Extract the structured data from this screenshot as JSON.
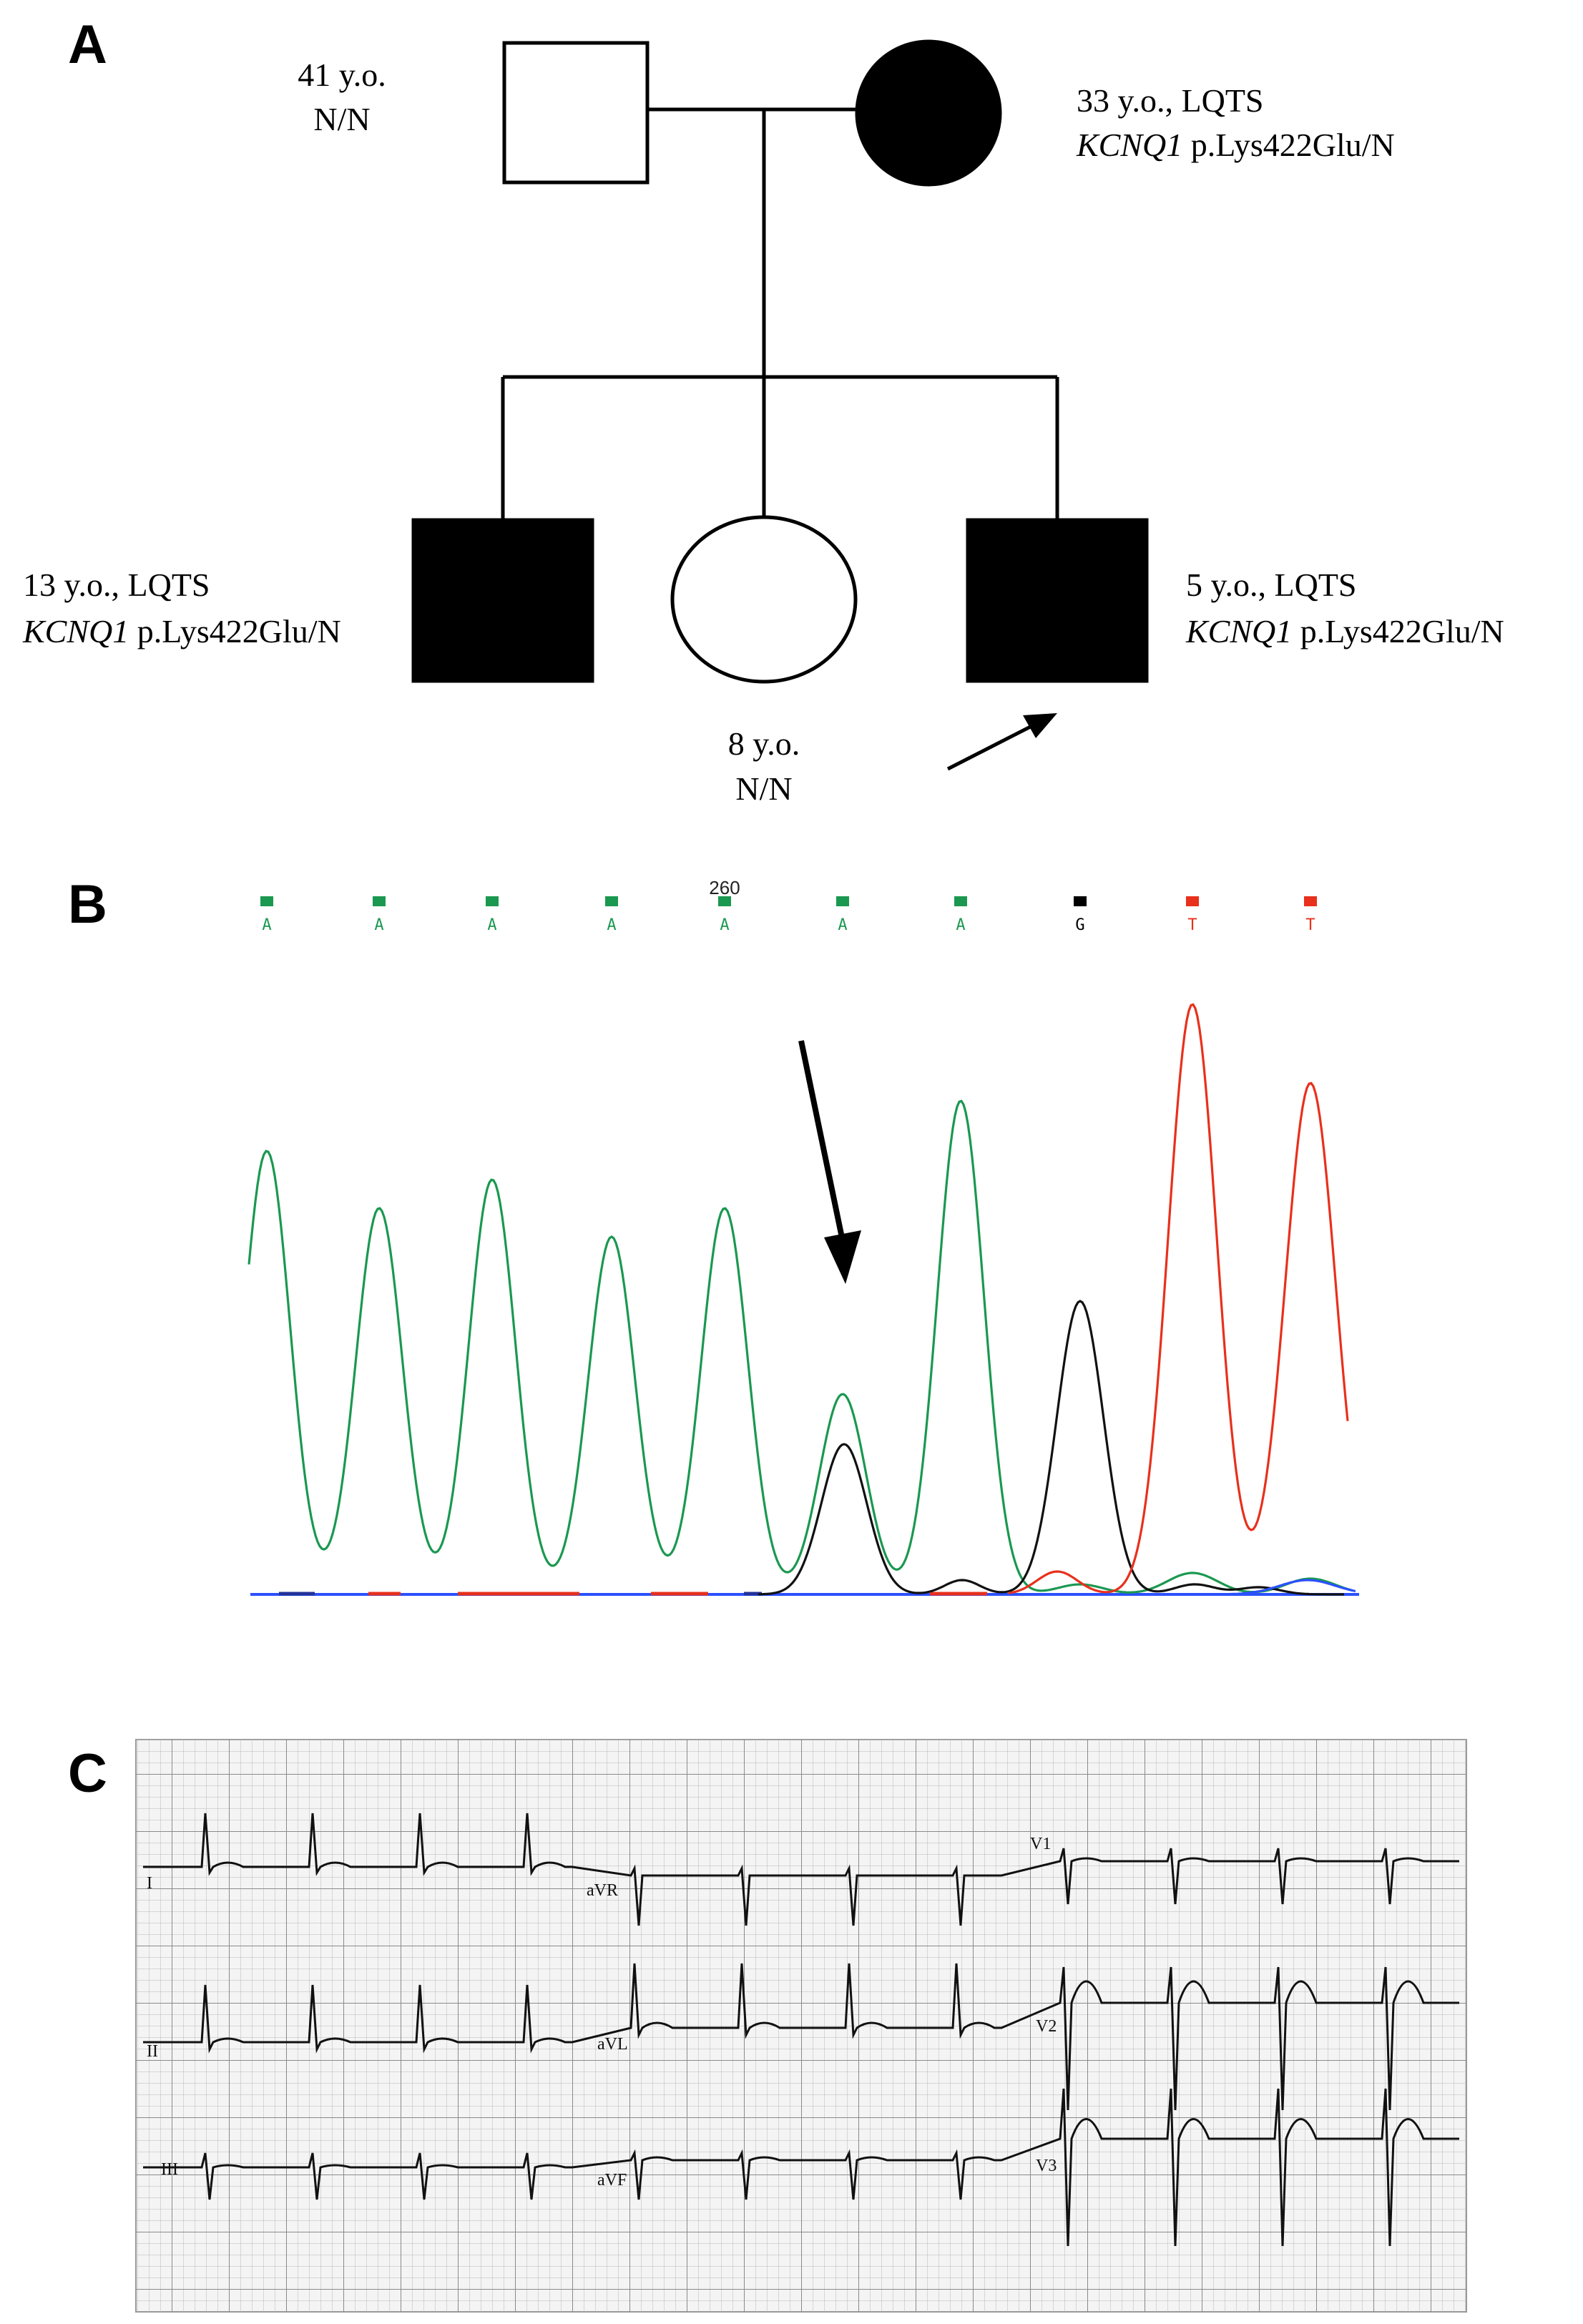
{
  "panels": {
    "a": "A",
    "b": "B",
    "c": "C"
  },
  "pedigree": {
    "father": {
      "line1": "41 y.o.",
      "line2": "N/N"
    },
    "mother": {
      "line1": "33 y.o., LQTS",
      "gene": "KCNQ1",
      "variant": " p.Lys422Glu/N"
    },
    "son_older": {
      "line1": "13 y.o., LQTS",
      "gene": "KCNQ1",
      "variant": " p.Lys422Glu/N"
    },
    "daughter": {
      "line1": "8 y.o.",
      "line2": "N/N"
    },
    "proband": {
      "line1": "5 y.o., LQTS",
      "gene": "KCNQ1",
      "variant": " p.Lys422Glu/N"
    }
  },
  "chromatogram": {
    "position_label": "260",
    "bases": [
      {
        "letter": "A",
        "color": "#1a9850"
      },
      {
        "letter": "A",
        "color": "#1a9850"
      },
      {
        "letter": "A",
        "color": "#1a9850"
      },
      {
        "letter": "A",
        "color": "#1a9850"
      },
      {
        "letter": "A",
        "color": "#1a9850"
      },
      {
        "letter": "A",
        "color": "#1a9850"
      },
      {
        "letter": "A",
        "color": "#1a9850"
      },
      {
        "letter": "G",
        "color": "#000000"
      },
      {
        "letter": "T",
        "color": "#e8301c"
      },
      {
        "letter": "T",
        "color": "#e8301c"
      }
    ],
    "colors": {
      "A": "#1a9850",
      "G": "#000000",
      "T": "#e8301c",
      "C": "#2b50ff"
    }
  },
  "ecg": {
    "leads": [
      "I",
      "aVR",
      "V1",
      "II",
      "aVL",
      "V2",
      "III",
      "aVF",
      "V3"
    ]
  }
}
